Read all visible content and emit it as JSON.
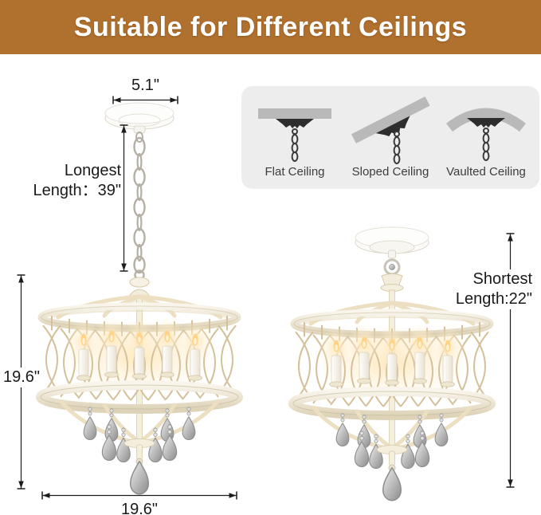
{
  "header": {
    "title": "Suitable for Different Ceilings"
  },
  "ceiling_panel": {
    "items": [
      {
        "label": "Flat Ceiling",
        "icon": "flat-ceiling-icon"
      },
      {
        "label": "Sloped Ceiling",
        "icon": "sloped-ceiling-icon"
      },
      {
        "label": "Vaulted Ceiling",
        "icon": "vaulted-ceiling-icon"
      }
    ]
  },
  "measurements": {
    "canopy_width": "5.1\"",
    "longest": {
      "line1": "Longest",
      "line2": "Length：39\""
    },
    "fixture_height": "19.6\"",
    "fixture_diameter": "19.6\"",
    "shortest": {
      "line1": "Shortest",
      "line2": "Length:22\""
    }
  },
  "colors": {
    "header_bg": "#b0702e",
    "header_text": "#ffffff",
    "panel_bg": "#ededed",
    "ceiling_bar_gray": "#b9b9b9",
    "mount_black": "#2d2d2d",
    "dimension_line": "#1c1c1c",
    "frame_cream": "#ecdfc2",
    "lattice_tan": "#d4c09a",
    "crystal_gray": "#9a9a9a",
    "glow_warm": "#ffe8bb"
  }
}
